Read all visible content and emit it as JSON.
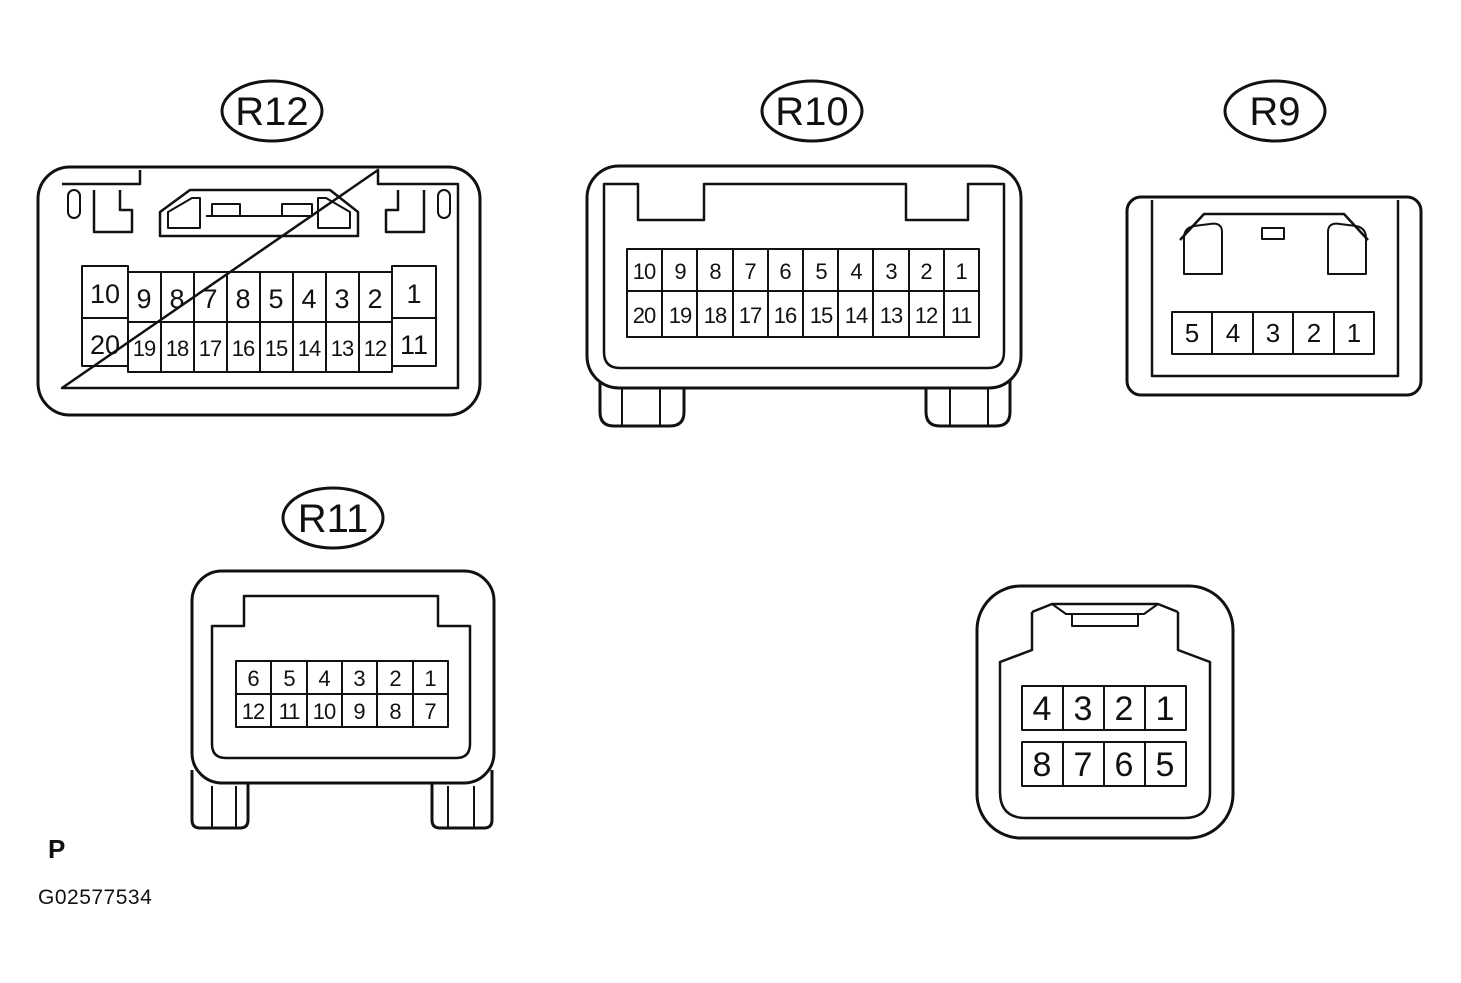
{
  "connectors": {
    "r12": {
      "label": "R12",
      "top_wide": [
        "10"
      ],
      "top": [
        "9",
        "8",
        "7",
        "8",
        "5",
        "4",
        "3",
        "2"
      ],
      "top_right": [
        "1"
      ],
      "bottom_wide": [
        "20"
      ],
      "bottom": [
        "19",
        "18",
        "17",
        "16",
        "15",
        "14",
        "13",
        "12"
      ],
      "bottom_right": [
        "11"
      ]
    },
    "r10": {
      "label": "R10",
      "top": [
        "10",
        "9",
        "8",
        "7",
        "6",
        "5",
        "4",
        "3",
        "2",
        "1"
      ],
      "bottom": [
        "20",
        "19",
        "18",
        "17",
        "16",
        "15",
        "14",
        "13",
        "12",
        "11"
      ]
    },
    "r9": {
      "label": "R9",
      "top": [
        "5",
        "4",
        "3",
        "2",
        "1"
      ]
    },
    "r11": {
      "label": "R11",
      "top": [
        "6",
        "5",
        "4",
        "3",
        "2",
        "1"
      ],
      "bottom": [
        "12",
        "11",
        "10",
        "9",
        "8",
        "7"
      ]
    },
    "unlabeled": {
      "top": [
        "4",
        "3",
        "2",
        "1"
      ],
      "bottom": [
        "8",
        "7",
        "6",
        "5"
      ]
    }
  },
  "footer": {
    "mark": "P",
    "code": "G02577534"
  }
}
